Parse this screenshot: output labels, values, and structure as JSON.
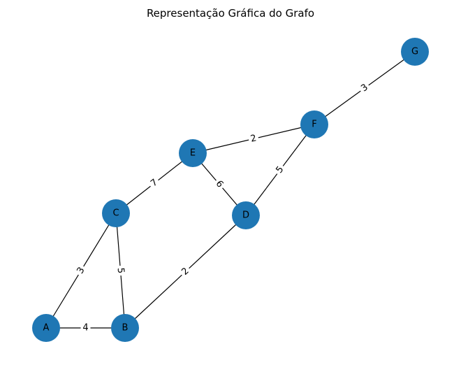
{
  "title": "Representação Gráfica do Grafo",
  "colors": {
    "node_fill": "#1f77b4",
    "node_label": "#000000",
    "edge": "#000000",
    "edge_label_bg": "#ffffff",
    "background": "#ffffff"
  },
  "graph": {
    "nodes": [
      {
        "id": "A"
      },
      {
        "id": "B"
      },
      {
        "id": "C"
      },
      {
        "id": "D"
      },
      {
        "id": "E"
      },
      {
        "id": "F"
      },
      {
        "id": "G"
      }
    ],
    "edges": [
      {
        "source": "A",
        "target": "B",
        "weight": "4"
      },
      {
        "source": "A",
        "target": "C",
        "weight": "3"
      },
      {
        "source": "B",
        "target": "C",
        "weight": "5"
      },
      {
        "source": "B",
        "target": "D",
        "weight": "2"
      },
      {
        "source": "C",
        "target": "E",
        "weight": "7"
      },
      {
        "source": "D",
        "target": "E",
        "weight": "6"
      },
      {
        "source": "D",
        "target": "F",
        "weight": "5"
      },
      {
        "source": "E",
        "target": "F",
        "weight": "2"
      },
      {
        "source": "F",
        "target": "G",
        "weight": "3"
      }
    ]
  }
}
